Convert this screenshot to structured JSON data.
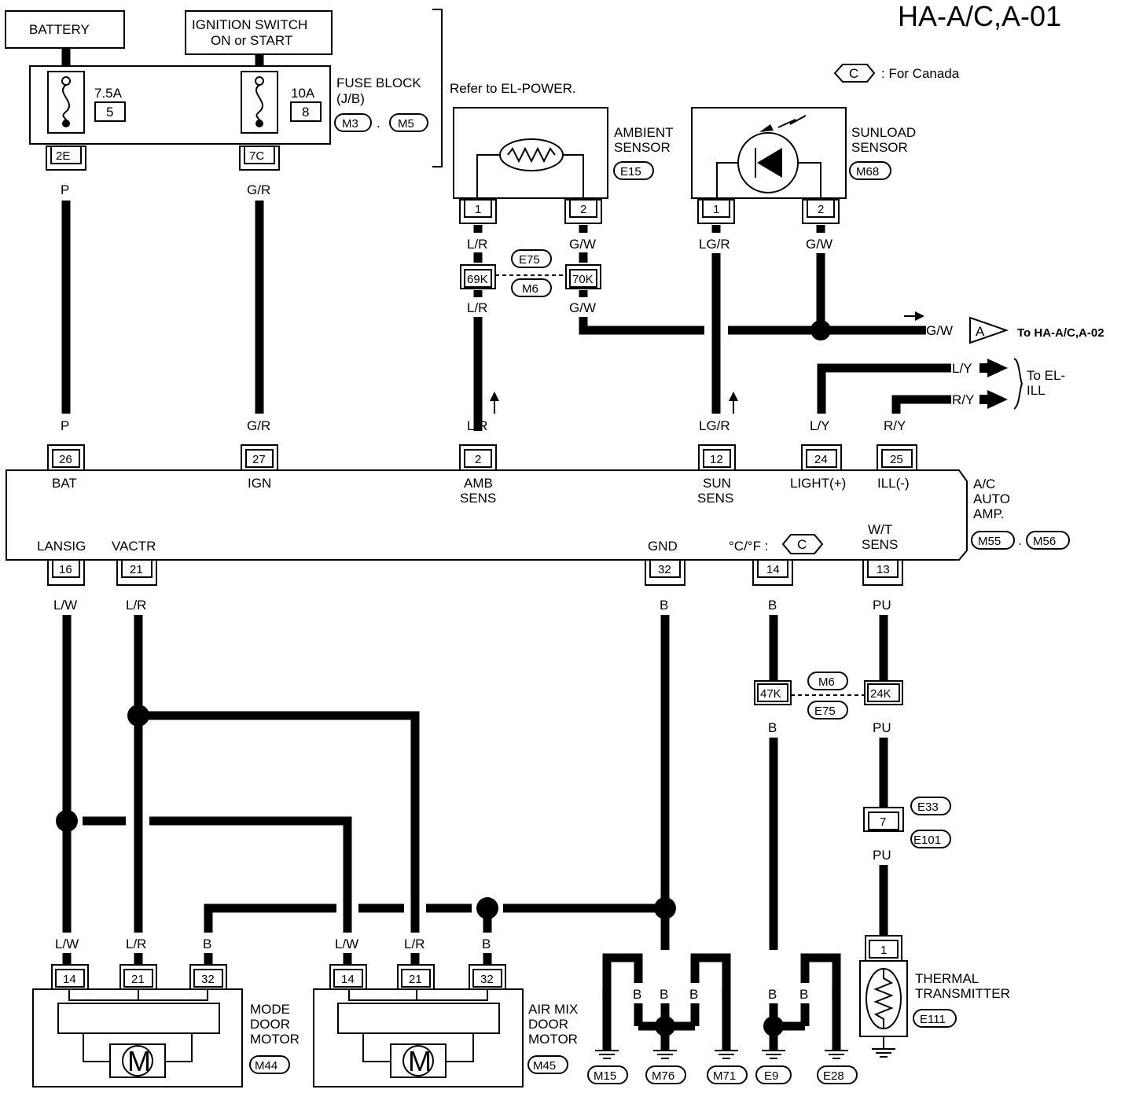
{
  "title": "HA-A/C,A-01",
  "legend": {
    "code": "C",
    "text": ": For Canada"
  },
  "power": {
    "battery": "BATTERY",
    "ignition_line1": "IGNITION SWITCH",
    "ignition_line2": "ON or START",
    "fuse_block_line1": "FUSE BLOCK",
    "fuse_block_line2": "(J/B)",
    "fuse_block_conn1": "M3",
    "fuse_block_conn2": "M5",
    "fuse1_rating": "7.5A",
    "fuse1_num": "5",
    "fuse1_term": "2E",
    "fuse2_rating": "10A",
    "fuse2_num": "8",
    "fuse2_term": "7C",
    "refer": "Refer to EL-POWER."
  },
  "sensors": {
    "ambient_line1": "AMBIENT",
    "ambient_line2": "SENSOR",
    "ambient_conn": "E15",
    "sunload_line1": "SUNLOAD",
    "sunload_line2": "SENSOR",
    "sunload_conn": "M68",
    "pin1": "1",
    "pin2": "2"
  },
  "joints": {
    "top_a": "E75",
    "top_b": "M6",
    "t69": "69K",
    "t70": "70K",
    "bot_a": "M6",
    "bot_b": "E75",
    "t47": "47K",
    "t24": "24K",
    "e33": "E33",
    "e101": "E101",
    "t7": "7"
  },
  "arrows": {
    "a_label": "A",
    "a_dest": "To HA-A/C,A-02",
    "ill_line1": "To EL-",
    "ill_line2": "ILL"
  },
  "wires": {
    "P": "P",
    "GR": "G/R",
    "LR": "L/R",
    "GW": "G/W",
    "LGR": "LG/R",
    "LY": "L/Y",
    "RY": "R/Y",
    "LW": "L/W",
    "B": "B",
    "PU": "PU"
  },
  "amp": {
    "name_line1": "A/C",
    "name_line2": "AUTO",
    "name_line3": "AMP.",
    "conn1": "M55",
    "conn2": "M56",
    "t26": "26",
    "t27": "27",
    "t2": "2",
    "t12": "12",
    "t24": "24",
    "t25": "25",
    "bat": "BAT",
    "ign": "IGN",
    "amb1": "AMB",
    "amb2": "SENS",
    "sun1": "SUN",
    "sun2": "SENS",
    "light": "LIGHT(+)",
    "ill": "ILL(-)",
    "t16": "16",
    "t21": "21",
    "t32": "32",
    "t14": "14",
    "t13": "13",
    "lansig": "LANSIG",
    "vactr": "VACTR",
    "gnd": "GND",
    "cf": "°C/°F :",
    "cf_code": "C",
    "wt1": "W/T",
    "wt2": "SENS"
  },
  "motors": {
    "t14": "14",
    "t21": "21",
    "t32": "32",
    "m": "M",
    "mode1": "MODE",
    "mode2": "DOOR",
    "mode3": "MOTOR",
    "mode_conn": "M44",
    "air1": "AIR MIX",
    "air2": "DOOR",
    "air3": "MOTOR",
    "air_conn": "M45"
  },
  "grounds": {
    "g1": "M15",
    "g2": "M76",
    "g3": "M71",
    "g4": "E9",
    "g5": "E28"
  },
  "thermal": {
    "pin": "1",
    "line1": "THERMAL",
    "line2": "TRANSMITTER",
    "conn": "E111"
  }
}
